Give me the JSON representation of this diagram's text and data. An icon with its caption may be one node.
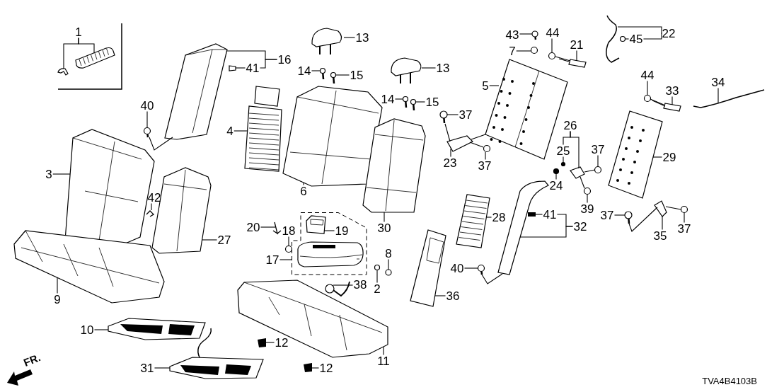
{
  "diagram": {
    "nodes": [
      {
        "text": [
          "1"
        ]
      },
      {
        "text": [
          "16"
        ]
      },
      {
        "text": [
          "41"
        ]
      },
      {
        "text": [
          "13"
        ]
      },
      {
        "text": [
          "14"
        ]
      },
      {
        "text": [
          "15"
        ]
      },
      {
        "text": [
          "43"
        ]
      },
      {
        "text": [
          "44"
        ]
      },
      {
        "text": [
          "21"
        ]
      },
      {
        "text": [
          "22"
        ]
      },
      {
        "text": [
          "45"
        ]
      },
      {
        "text": [
          "7"
        ]
      },
      {
        "text": [
          "13"
        ]
      },
      {
        "text": [
          "5"
        ]
      },
      {
        "text": [
          "44"
        ]
      },
      {
        "text": [
          "33"
        ]
      },
      {
        "text": [
          "34"
        ]
      },
      {
        "text": [
          "14"
        ]
      },
      {
        "text": [
          "15"
        ]
      },
      {
        "text": [
          "40"
        ]
      },
      {
        "text": [
          "37"
        ]
      },
      {
        "text": [
          "26"
        ]
      },
      {
        "text": [
          "4"
        ]
      },
      {
        "text": [
          "3"
        ]
      },
      {
        "text": [
          "25"
        ]
      },
      {
        "text": [
          "37"
        ]
      },
      {
        "text": [
          "29"
        ]
      },
      {
        "text": [
          "23"
        ]
      },
      {
        "text": [
          "37"
        ]
      },
      {
        "text": [
          "24"
        ]
      },
      {
        "text": [
          "6"
        ]
      },
      {
        "text": [
          "42"
        ]
      },
      {
        "text": [
          "39"
        ]
      },
      {
        "text": [
          "37"
        ]
      },
      {
        "text": [
          "41"
        ]
      },
      {
        "text": [
          "28"
        ]
      },
      {
        "text": [
          "32"
        ]
      },
      {
        "text": [
          "18"
        ]
      },
      {
        "text": [
          "19"
        ],
        "in": 95
      },
      {
        "text": [
          "20"
        ]
      },
      {
        "text": [
          "30"
        ]
      },
      {
        "text": [
          "35"
        ]
      },
      {
        "text": [
          "37"
        ]
      },
      {
        "text": [
          "27"
        ]
      },
      {
        "text": [
          "17"
        ]
      },
      {
        "text": [
          "8"
        ]
      },
      {
        "text": [
          "40"
        ]
      },
      {
        "text": [
          "38"
        ]
      },
      {
        "text": [
          "2"
        ]
      },
      {
        "text": [
          "9"
        ]
      },
      {
        "text": [
          "36"
        ]
      },
      {
        "text": [
          "10"
        ]
      },
      {
        "text": [
          "12"
        ]
      },
      {
        "text": [
          "11"
        ]
      },
      {
        "text": [
          "31"
        ]
      },
      {
        "text": [
          "12"
        ]
      },
      {
        "text": [],
        "shape": "picture"
      },
      {
        "text": [],
        "shape": "picture"
      },
      {
        "text": [],
        "shape": "picture"
      },
      {
        "text": [],
        "shape": "picture"
      },
      {
        "text": [],
        "shape": "picture"
      },
      {
        "text": [],
        "shape": "circle"
      },
      {
        "text": [],
        "shape": "circle"
      },
      {
        "text": [],
        "shape": "circle"
      },
      {
        "text": [],
        "shape": "circle"
      },
      {
        "text": [],
        "shape": "picture"
      },
      {
        "text": [],
        "shape": "picture"
      },
      {
        "text": [],
        "shape": "circle"
      },
      {
        "text": [],
        "shape": "circle"
      },
      {
        "text": [],
        "shape": "picture"
      },
      {
        "text": [],
        "shape": "picture"
      },
      {
        "text": [],
        "shape": "circle"
      },
      {
        "text": [],
        "shape": "picture"
      },
      {
        "text": [],
        "shape": "picture"
      },
      {
        "text": [],
        "shape": "circle"
      },
      {
        "text": [],
        "shape": "circle"
      },
      {
        "text": [],
        "shape": "circle"
      },
      {
        "text": [],
        "shape": "circle"
      },
      {
        "text": [],
        "shape": "picture"
      },
      {
        "text": [],
        "shape": "picture"
      },
      {
        "text": [],
        "shape": "picture"
      },
      {
        "text": [],
        "shape": "circle"
      },
      {
        "text": [],
        "shape": "circle"
      },
      {
        "text": [],
        "shape": "picture"
      },
      {
        "text": [],
        "shape": "picture"
      },
      {
        "text": [],
        "shape": "circle"
      },
      {
        "text": [],
        "shape": "circle"
      },
      {
        "text": [],
        "shape": "picture"
      },
      {
        "text": [],
        "shape": "picture"
      },
      {
        "text": [],
        "shape": "circle"
      },
      {
        "text": [],
        "shape": "circle"
      },
      {
        "text": [],
        "shape": "picture"
      },
      {
        "text": [],
        "shape": "picture"
      },
      {
        "text": [],
        "shape": "picture"
      },
      {
        "text": [],
        "shape": "circle"
      },
      {
        "text": [],
        "shape": "box"
      },
      {
        "text": [],
        "shape": "picture",
        "in": 95
      },
      {
        "text": [],
        "shape": "picture"
      },
      {
        "text": [],
        "shape": "picture"
      },
      {
        "text": [],
        "shape": "picture"
      },
      {
        "text": [],
        "shape": "circle"
      },
      {
        "text": [],
        "shape": "picture"
      },
      {
        "text": [],
        "shape": "picture",
        "in": 95
      },
      {
        "text": [],
        "shape": "circle"
      },
      {
        "text": [],
        "shape": "circle"
      },
      {
        "text": [],
        "shape": "picture"
      },
      {
        "text": [],
        "shape": "circle"
      },
      {
        "text": [],
        "shape": "picture"
      },
      {
        "text": [],
        "shape": "picture"
      },
      {
        "text": [],
        "shape": "picture"
      },
      {
        "text": [],
        "shape": "picture"
      },
      {
        "text": [],
        "shape": "picture"
      },
      {
        "text": [],
        "shape": "picture"
      },
      {
        "text": [],
        "shape": "picture"
      }
    ],
    "edges": [
      {
        "from": 0,
        "to": 56,
        "arrow": "none"
      },
      {
        "from": 0,
        "to": 57,
        "arrow": "none"
      },
      {
        "from": 1,
        "to": 58,
        "arrow": "none"
      },
      {
        "from": 1,
        "to": 2,
        "arrow": "none"
      },
      {
        "from": 2,
        "to": 59,
        "arrow": "none"
      },
      {
        "from": 3,
        "to": 60,
        "arrow": "none"
      },
      {
        "from": 4,
        "to": 61,
        "arrow": "none"
      },
      {
        "from": 5,
        "to": 62,
        "arrow": "none"
      },
      {
        "from": 6,
        "to": 63,
        "arrow": "none"
      },
      {
        "from": 7,
        "to": 64,
        "arrow": "none"
      },
      {
        "from": 8,
        "to": 65,
        "arrow": "none"
      },
      {
        "from": 9,
        "to": 66,
        "arrow": "none"
      },
      {
        "from": 9,
        "to": 10,
        "arrow": "none"
      },
      {
        "from": 10,
        "to": 67,
        "arrow": "none"
      },
      {
        "from": 11,
        "to": 68,
        "arrow": "none"
      },
      {
        "from": 12,
        "to": 69,
        "arrow": "none"
      },
      {
        "from": 13,
        "to": 70,
        "arrow": "none"
      },
      {
        "from": 14,
        "to": 71,
        "arrow": "none"
      },
      {
        "from": 15,
        "to": 72,
        "arrow": "none"
      },
      {
        "from": 16,
        "to": 73,
        "arrow": "none"
      },
      {
        "from": 17,
        "to": 74,
        "arrow": "none"
      },
      {
        "from": 18,
        "to": 75,
        "arrow": "none"
      },
      {
        "from": 19,
        "to": 76,
        "arrow": "none"
      },
      {
        "from": 20,
        "to": 77,
        "arrow": "none"
      },
      {
        "from": 21,
        "to": 24,
        "arrow": "none"
      },
      {
        "from": 21,
        "to": 78,
        "arrow": "none"
      },
      {
        "from": 22,
        "to": 79,
        "arrow": "none"
      },
      {
        "from": 23,
        "to": 80,
        "arrow": "none"
      },
      {
        "from": 24,
        "to": 81,
        "arrow": "none"
      },
      {
        "from": 25,
        "to": 82,
        "arrow": "none"
      },
      {
        "from": 26,
        "to": 83,
        "arrow": "none"
      },
      {
        "from": 27,
        "to": 84,
        "arrow": "none"
      },
      {
        "from": 28,
        "to": 85,
        "arrow": "none"
      },
      {
        "from": 29,
        "to": 86,
        "arrow": "none"
      },
      {
        "from": 30,
        "to": 87,
        "arrow": "none"
      },
      {
        "from": 31,
        "to": 88,
        "arrow": "none"
      },
      {
        "from": 32,
        "to": 89,
        "arrow": "none"
      },
      {
        "from": 33,
        "to": 90,
        "arrow": "none"
      },
      {
        "from": 34,
        "to": 91,
        "arrow": "none"
      },
      {
        "from": 35,
        "to": 92,
        "arrow": "none"
      },
      {
        "from": 36,
        "to": 34,
        "arrow": "none"
      },
      {
        "from": 36,
        "to": 93,
        "arrow": "none"
      },
      {
        "from": 37,
        "to": 94,
        "arrow": "none"
      },
      {
        "from": 38,
        "to": 96,
        "arrow": "none"
      },
      {
        "from": 39,
        "to": 97,
        "arrow": "none"
      },
      {
        "from": 40,
        "to": 98,
        "arrow": "none"
      },
      {
        "from": 41,
        "to": 99,
        "arrow": "none"
      },
      {
        "from": 42,
        "to": 100,
        "arrow": "none"
      },
      {
        "from": 43,
        "to": 101,
        "arrow": "none"
      },
      {
        "from": 44,
        "to": 95,
        "arrow": "none"
      },
      {
        "from": 45,
        "to": 103,
        "arrow": "none"
      },
      {
        "from": 46,
        "to": 104,
        "arrow": "none"
      },
      {
        "from": 47,
        "to": 105,
        "arrow": "none"
      },
      {
        "from": 48,
        "to": 106,
        "arrow": "none"
      },
      {
        "from": 49,
        "to": 107,
        "arrow": "none"
      },
      {
        "from": 50,
        "to": 108,
        "arrow": "none"
      },
      {
        "from": 51,
        "to": 109,
        "arrow": "none"
      },
      {
        "from": 52,
        "to": 110,
        "arrow": "none"
      },
      {
        "from": 53,
        "to": 111,
        "arrow": "none"
      },
      {
        "from": 54,
        "to": 112,
        "arrow": "none"
      },
      {
        "from": 55,
        "to": 113,
        "arrow": "none"
      },
      {
        "from": 76,
        "to": 58,
        "arrow": "none"
      },
      {
        "from": 104,
        "to": 93,
        "arrow": "none"
      },
      {
        "from": 90,
        "to": 99,
        "arrow": "none"
      },
      {
        "from": 99,
        "to": 100,
        "arrow": "none"
      },
      {
        "from": 77,
        "to": 84,
        "arrow": "none"
      },
      {
        "from": 84,
        "to": 70,
        "arrow": "none"
      },
      {
        "from": 85,
        "to": 84,
        "arrow": "none"
      },
      {
        "from": 82,
        "to": 78,
        "arrow": "none"
      },
      {
        "from": 89,
        "to": 78,
        "arrow": "none"
      },
      {
        "from": 64,
        "to": 65,
        "arrow": "none"
      },
      {
        "from": 71,
        "to": 72,
        "arrow": "none"
      }
    ],
    "labels": [
      "FR.",
      "TVA4B4103B"
    ]
  }
}
